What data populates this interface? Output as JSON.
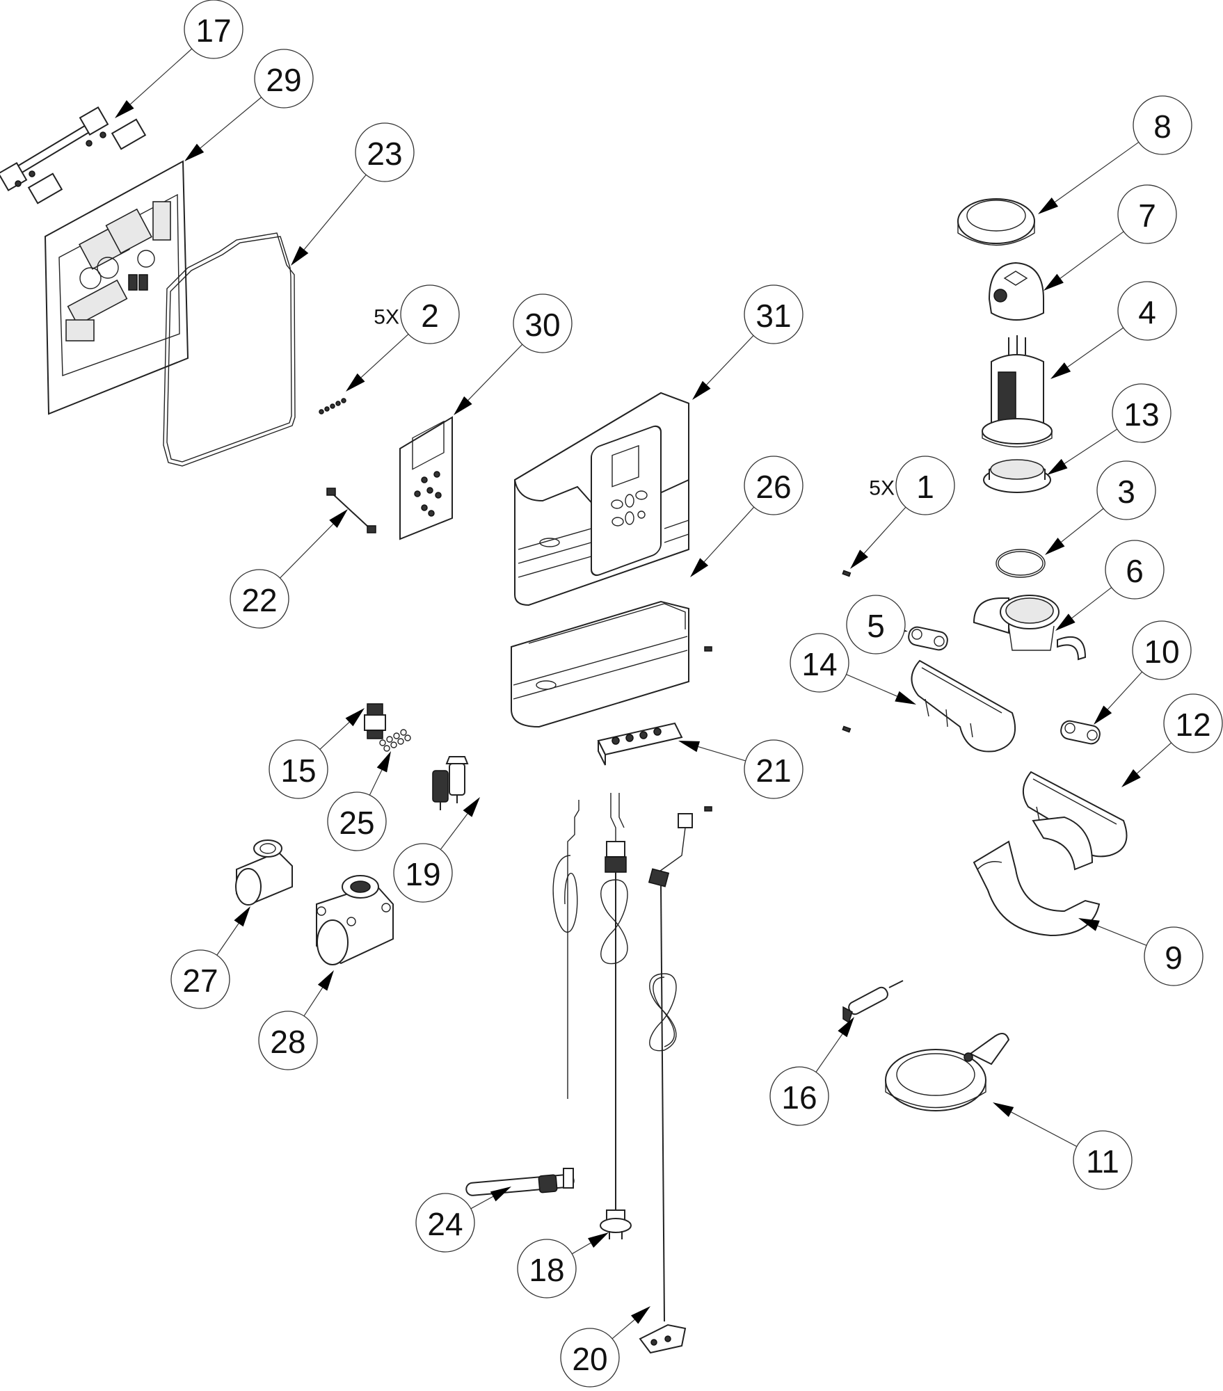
{
  "title": "Exploded parts diagram",
  "callouts": [
    {
      "number": "17",
      "quantity": ""
    },
    {
      "number": "29",
      "quantity": ""
    },
    {
      "number": "23",
      "quantity": ""
    },
    {
      "number": "2",
      "quantity": "5X"
    },
    {
      "number": "30",
      "quantity": ""
    },
    {
      "number": "31",
      "quantity": ""
    },
    {
      "number": "8",
      "quantity": ""
    },
    {
      "number": "7",
      "quantity": ""
    },
    {
      "number": "4",
      "quantity": ""
    },
    {
      "number": "13",
      "quantity": ""
    },
    {
      "number": "3",
      "quantity": ""
    },
    {
      "number": "26",
      "quantity": ""
    },
    {
      "number": "1",
      "quantity": "5X"
    },
    {
      "number": "6",
      "quantity": ""
    },
    {
      "number": "5",
      "quantity": ""
    },
    {
      "number": "14",
      "quantity": ""
    },
    {
      "number": "10",
      "quantity": ""
    },
    {
      "number": "12",
      "quantity": ""
    },
    {
      "number": "22",
      "quantity": ""
    },
    {
      "number": "15",
      "quantity": ""
    },
    {
      "number": "25",
      "quantity": ""
    },
    {
      "number": "19",
      "quantity": ""
    },
    {
      "number": "21",
      "quantity": ""
    },
    {
      "number": "9",
      "quantity": ""
    },
    {
      "number": "27",
      "quantity": ""
    },
    {
      "number": "28",
      "quantity": ""
    },
    {
      "number": "16",
      "quantity": ""
    },
    {
      "number": "11",
      "quantity": ""
    },
    {
      "number": "24",
      "quantity": ""
    },
    {
      "number": "18",
      "quantity": ""
    },
    {
      "number": "20",
      "quantity": ""
    }
  ],
  "colors": {
    "line": "#222222",
    "background": "#ffffff"
  }
}
